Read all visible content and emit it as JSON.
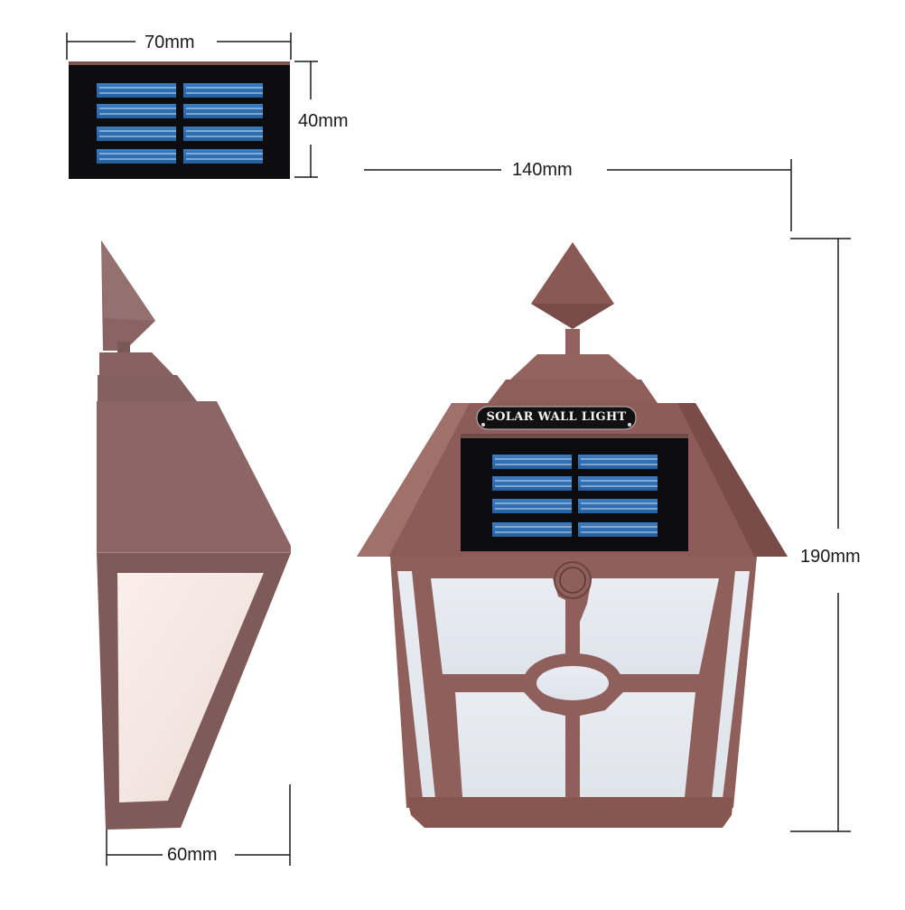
{
  "product": {
    "name_plate": "SOLAR WALL LIGHT"
  },
  "dimensions": {
    "panel_width": "70mm",
    "panel_height": "40mm",
    "lamp_width": "140mm",
    "lamp_height": "190mm",
    "lamp_depth": "60mm"
  },
  "views": {
    "solar_panel": {
      "label": "solar-panel-top-view",
      "cells": 8,
      "rows": 4,
      "columns": 2
    },
    "side": {
      "label": "side-view"
    },
    "front": {
      "label": "front-view"
    }
  },
  "colors": {
    "body": "#8a5a55",
    "body_dark": "#6e4644",
    "body_light": "#a57670",
    "panel_black": "#0d0d0f",
    "cell_blue": "#2f6fb3",
    "diffuser": "#e3e7ee",
    "diffuser_warm": "#f3e5df",
    "dimension_line": "#1a1a1a"
  }
}
